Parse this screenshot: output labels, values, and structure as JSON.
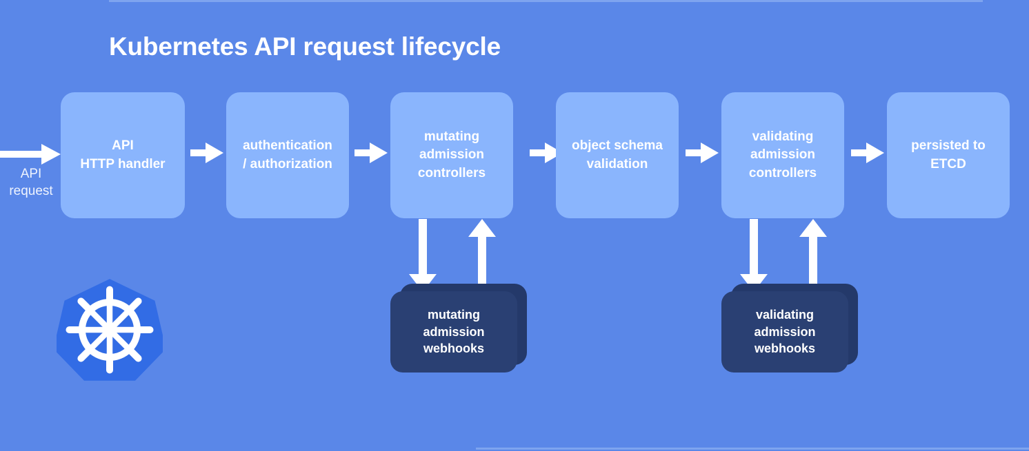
{
  "diagram": {
    "title": "Kubernetes API request lifecycle",
    "background_color": "#5a87e8",
    "stage_box_color": "#8ab5fd",
    "webhook_box_color": "#2a4073",
    "arrow_color": "#ffffff",
    "logo": {
      "name": "kubernetes-logo",
      "heptagon_color": "#326ce5",
      "wheel_color": "#ffffff"
    },
    "entry": {
      "label": "API\nrequest"
    },
    "stages": [
      {
        "id": "api-http-handler",
        "label": "API\nHTTP handler"
      },
      {
        "id": "authentication-authorization",
        "label": "authentication\n/ authorization"
      },
      {
        "id": "mutating-admission-controllers",
        "label": "mutating\nadmission\ncontrollers"
      },
      {
        "id": "object-schema-validation",
        "label": "object schema\nvalidation"
      },
      {
        "id": "validating-admission-controllers",
        "label": "validating\nadmission\ncontrollers"
      },
      {
        "id": "persisted-to-etcd",
        "label": "persisted to\nETCD"
      }
    ],
    "webhooks": [
      {
        "id": "mutating-admission-webhooks",
        "label": "mutating\nadmission\nwebhooks"
      },
      {
        "id": "validating-admission-webhooks",
        "label": "validating\nadmission\nwebhooks"
      }
    ],
    "flow_arrows": [
      {
        "from": "api-request",
        "to": "api-http-handler",
        "direction": "right"
      },
      {
        "from": "api-http-handler",
        "to": "authentication-authorization",
        "direction": "right"
      },
      {
        "from": "authentication-authorization",
        "to": "mutating-admission-controllers",
        "direction": "right"
      },
      {
        "from": "mutating-admission-controllers",
        "to": "object-schema-validation",
        "direction": "right"
      },
      {
        "from": "object-schema-validation",
        "to": "validating-admission-controllers",
        "direction": "right"
      },
      {
        "from": "validating-admission-controllers",
        "to": "persisted-to-etcd",
        "direction": "right"
      },
      {
        "from": "mutating-admission-controllers",
        "to": "mutating-admission-webhooks",
        "direction": "down"
      },
      {
        "from": "mutating-admission-webhooks",
        "to": "mutating-admission-controllers",
        "direction": "up"
      },
      {
        "from": "validating-admission-controllers",
        "to": "validating-admission-webhooks",
        "direction": "down"
      },
      {
        "from": "validating-admission-webhooks",
        "to": "validating-admission-controllers",
        "direction": "up"
      }
    ]
  }
}
